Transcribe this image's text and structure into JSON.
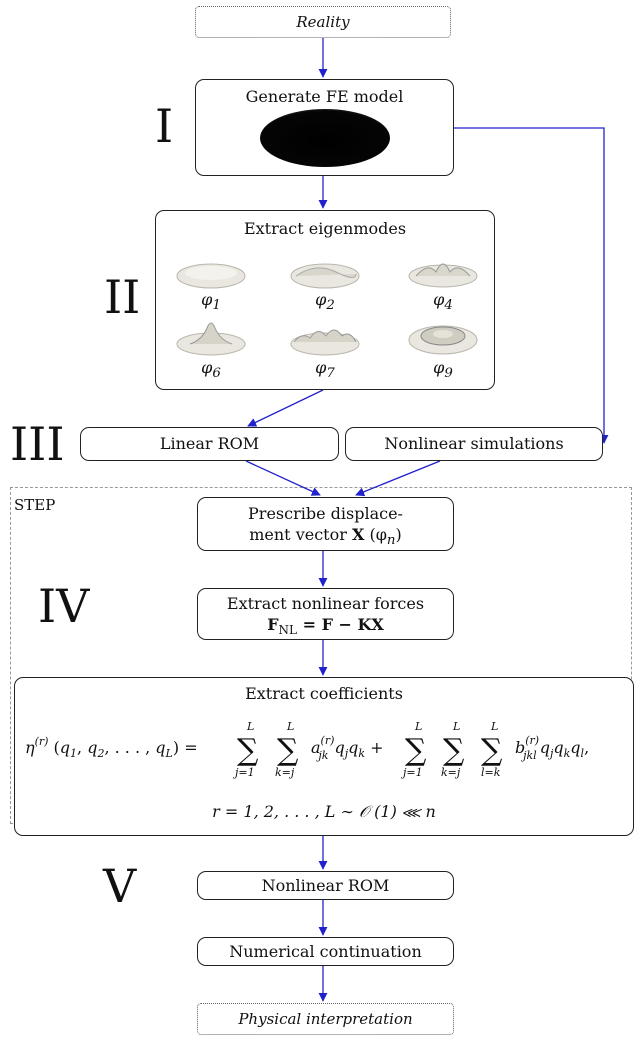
{
  "colors": {
    "arrow": "#2222cc",
    "box_border": "#222222",
    "dashed": "#999999"
  },
  "reality": "Reality",
  "stages": [
    "I",
    "II",
    "III",
    "IV",
    "V"
  ],
  "fe_model": {
    "title": "Generate FE model"
  },
  "eigenmodes": {
    "title": "Extract eigenmodes",
    "modes": [
      "φ1",
      "φ2",
      "φ4",
      "φ6",
      "φ7",
      "φ9"
    ],
    "mode_subscripts": [
      "1",
      "2",
      "4",
      "6",
      "7",
      "9"
    ]
  },
  "linear_rom": "Linear ROM",
  "nonlinear_sim": "Nonlinear simulations",
  "step_label": "STEP",
  "prescribe": {
    "line1": "Prescribe displace-",
    "line2_a": "ment vector ",
    "line2_b": "X",
    "line2_c": " (φ",
    "line2_sub": "n",
    "line2_d": ")"
  },
  "forces": {
    "line1": "Extract nonlinear forces",
    "F": "F",
    "sub": "NL",
    "eq": " = F − KX"
  },
  "coefficients": {
    "title": "Extract coefficients",
    "line2": "r = 1, 2, . . . , L ∼ 𝒪 (1) ⋘ n"
  },
  "nonlinear_rom": "Nonlinear ROM",
  "continuation": "Numerical continuation",
  "interpretation": "Physical interpretation"
}
